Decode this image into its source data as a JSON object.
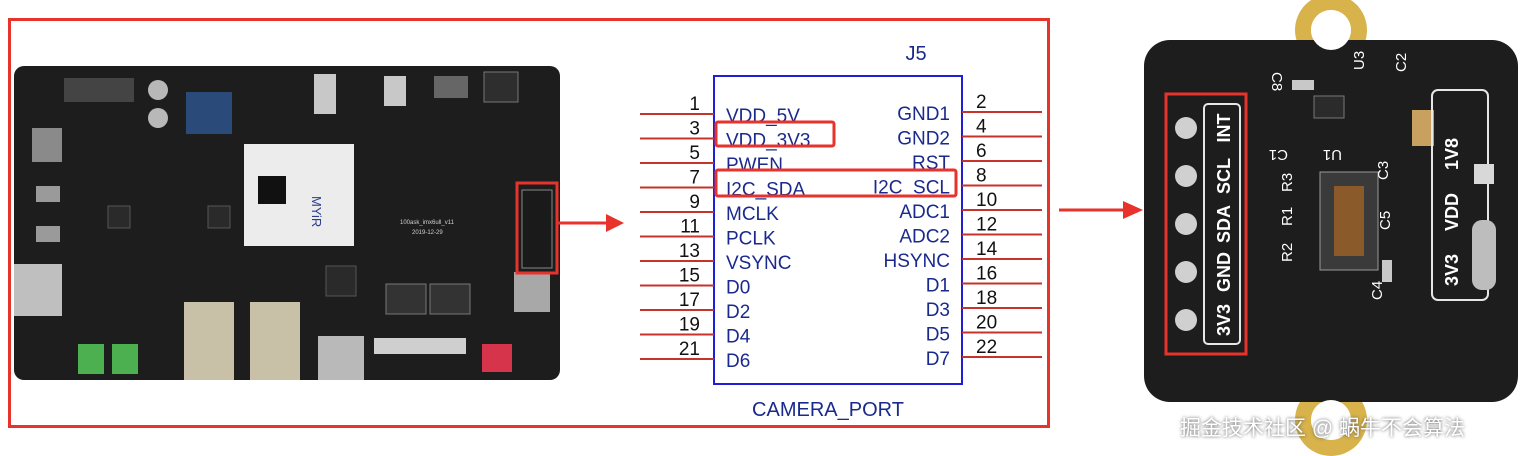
{
  "schematic": {
    "ref": "J5",
    "name": "CAMERA_PORT",
    "pins": [
      {
        "num": "1",
        "label": "VDD_5V"
      },
      {
        "num": "2",
        "label": "GND1"
      },
      {
        "num": "3",
        "label": "VDD_3V3"
      },
      {
        "num": "4",
        "label": "GND2"
      },
      {
        "num": "5",
        "label": "PWEN"
      },
      {
        "num": "6",
        "label": "RST"
      },
      {
        "num": "7",
        "label": "I2C_SDA"
      },
      {
        "num": "8",
        "label": "I2C_SCL"
      },
      {
        "num": "9",
        "label": "MCLK"
      },
      {
        "num": "10",
        "label": "ADC1"
      },
      {
        "num": "11",
        "label": "PCLK"
      },
      {
        "num": "12",
        "label": "ADC2"
      },
      {
        "num": "13",
        "label": "VSYNC"
      },
      {
        "num": "14",
        "label": "HSYNC"
      },
      {
        "num": "15",
        "label": "D0"
      },
      {
        "num": "16",
        "label": "D1"
      },
      {
        "num": "17",
        "label": "D2"
      },
      {
        "num": "18",
        "label": "D3"
      },
      {
        "num": "19",
        "label": "D4"
      },
      {
        "num": "20",
        "label": "D5"
      },
      {
        "num": "21",
        "label": "D6"
      },
      {
        "num": "22",
        "label": "D7"
      }
    ]
  },
  "board": {
    "silk_name": "100ask_imx6ull_v11",
    "silk_date": "2019-12-29",
    "module_brand": "MYiR"
  },
  "sensor": {
    "header_pins": [
      "3V3",
      "GND",
      "SDA",
      "SCL",
      "INT"
    ],
    "jumper_labels": [
      "3V3",
      "VDD",
      "1V8"
    ],
    "components": [
      "C8",
      "U3",
      "C2",
      "C1",
      "U1",
      "R3",
      "R1",
      "R2",
      "C3",
      "C5",
      "C4"
    ]
  },
  "watermark": "掘金技术社区 @ 蜗牛不会算法",
  "colors": {
    "highlight": "#e8322c",
    "schematic_box": "#1e1ed8",
    "schematic_text": "#1a2a8c",
    "pcb": "#1d1d1d"
  }
}
